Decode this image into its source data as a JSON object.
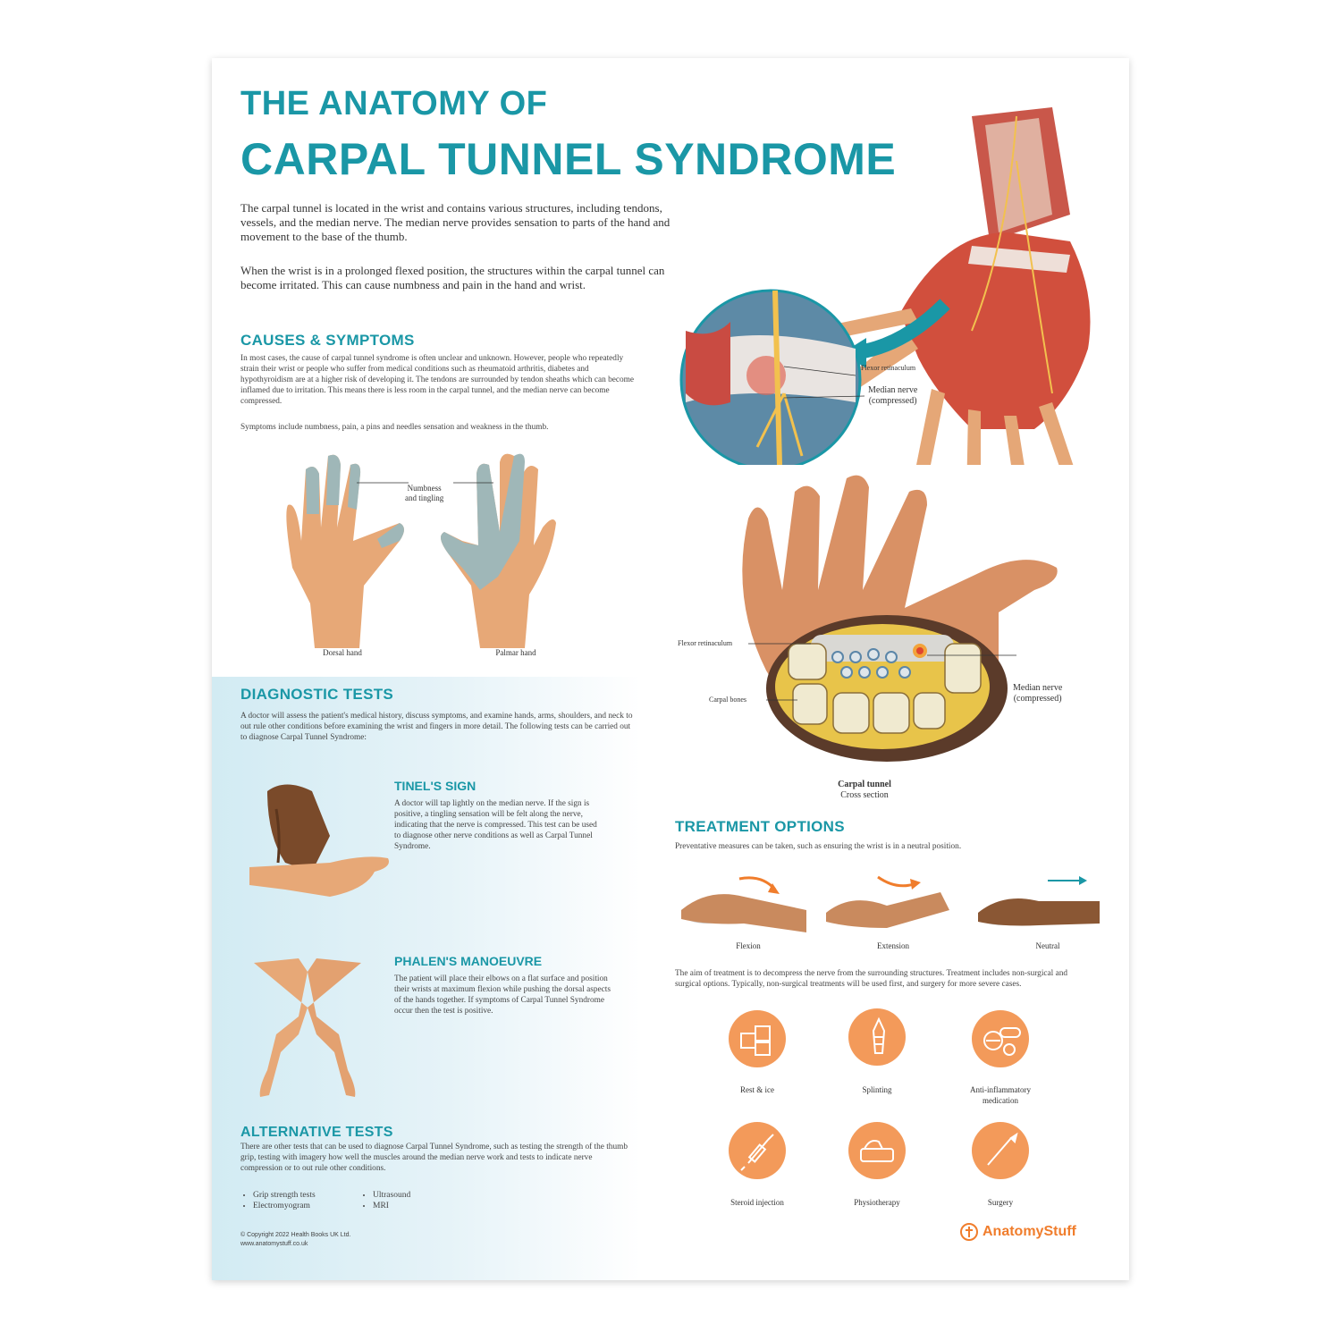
{
  "title": {
    "line1": "THE ANATOMY OF",
    "line2": "CARPAL TUNNEL SYNDROME"
  },
  "intro": {
    "p1": "The carpal tunnel is located in the wrist and contains various structures, including tendons, vessels, and the median nerve. The median nerve provides sensation to parts of the hand and movement to the base of the thumb.",
    "p2": "When the wrist is in a prolonged flexed position, the structures within the carpal tunnel can become irritated. This can cause numbness and pain in the hand and wrist."
  },
  "top_figure": {
    "label_flexor": "Flexor retinaculum",
    "label_median_line1": "Median nerve",
    "label_median_line2": "(compressed)"
  },
  "causes": {
    "heading": "CAUSES & SYMPTOMS",
    "p1": "In most cases, the cause of carpal tunnel syndrome is often unclear and unknown. However, people who repeatedly strain their wrist or people who suffer from medical conditions such as rheumatoid arthritis, diabetes and hypothyroidism are at a higher risk of developing it. The tendons are surrounded by tendon sheaths which can become inflamed due to irritation. This means there is less room in the carpal tunnel, and the median nerve can become compressed.",
    "p2": "Symptoms include numbness, pain, a pins and needles sensation and weakness in the thumb."
  },
  "hands_figure": {
    "label_line1": "Numbness",
    "label_line2": "and tingling",
    "dorsal": "Dorsal hand",
    "palmar": "Palmar hand"
  },
  "cross_section": {
    "label_flexor": "Flexor retinaculum",
    "label_carpal": "Carpal bones",
    "label_median_line1": "Median nerve",
    "label_median_line2": "(compressed)",
    "caption_bold": "Carpal tunnel",
    "caption": "Cross section"
  },
  "diagnostic": {
    "heading": "DIAGNOSTIC TESTS",
    "text": "A doctor will assess the patient's medical history, discuss symptoms, and examine hands, arms, shoulders, and neck to out rule other conditions before examining the wrist and fingers in more detail. The following tests can be carried out to diagnose Carpal Tunnel Syndrome:",
    "tinel_heading": "TINEL'S SIGN",
    "tinel_text": "A doctor will tap lightly on the median nerve. If the sign is positive, a tingling sensation will be felt along the nerve, indicating that the nerve is compressed. This test can be used to diagnose other nerve conditions as well as Carpal Tunnel Syndrome.",
    "phalen_heading": "PHALEN'S MANOEUVRE",
    "phalen_text": "The patient will place their elbows on a flat surface and position their wrists at maximum flexion while pushing the dorsal aspects of the hands together. If symptoms of Carpal Tunnel Syndrome occur then the test is positive."
  },
  "alternative": {
    "heading": "ALTERNATIVE TESTS",
    "text": "There are other tests that can be used to diagnose Carpal Tunnel Syndrome, such as testing the strength of the thumb grip, testing with imagery how well the muscles around the median nerve work and tests to indicate nerve compression or to out rule other conditions.",
    "col1": [
      "Grip strength tests",
      "Electromyogram"
    ],
    "col2": [
      "Ultrasound",
      "MRI"
    ]
  },
  "treatment": {
    "heading": "TREATMENT OPTIONS",
    "intro": "Preventative measures can be taken, such as ensuring the wrist is in a neutral position.",
    "positions": [
      "Flexion",
      "Extension",
      "Neutral"
    ],
    "text": "The aim of treatment is to decompress the nerve from the surrounding structures. Treatment includes non-surgical and surgical options. Typically, non-surgical treatments will be used first, and surgery for more severe cases.",
    "options": [
      {
        "label": "Rest & ice",
        "icon": "ice-cubes-icon"
      },
      {
        "label": "Splinting",
        "icon": "splint-icon"
      },
      {
        "label": "Anti-inflammatory medication",
        "icon": "pills-icon"
      },
      {
        "label": "Steroid injection",
        "icon": "syringe-icon"
      },
      {
        "label": "Physiotherapy",
        "icon": "physio-hand-icon"
      },
      {
        "label": "Surgery",
        "icon": "scalpel-icon"
      }
    ]
  },
  "footer": {
    "copyright": "© Copyright 2022 Health Books UK Ltd.",
    "website": "www.anatomystuff.co.uk",
    "brand": "AnatomyStuff"
  },
  "colors": {
    "teal": "#1a97a6",
    "orange": "#f39a5a",
    "skin": "#e7a877",
    "numb": "#9fb7b8"
  }
}
